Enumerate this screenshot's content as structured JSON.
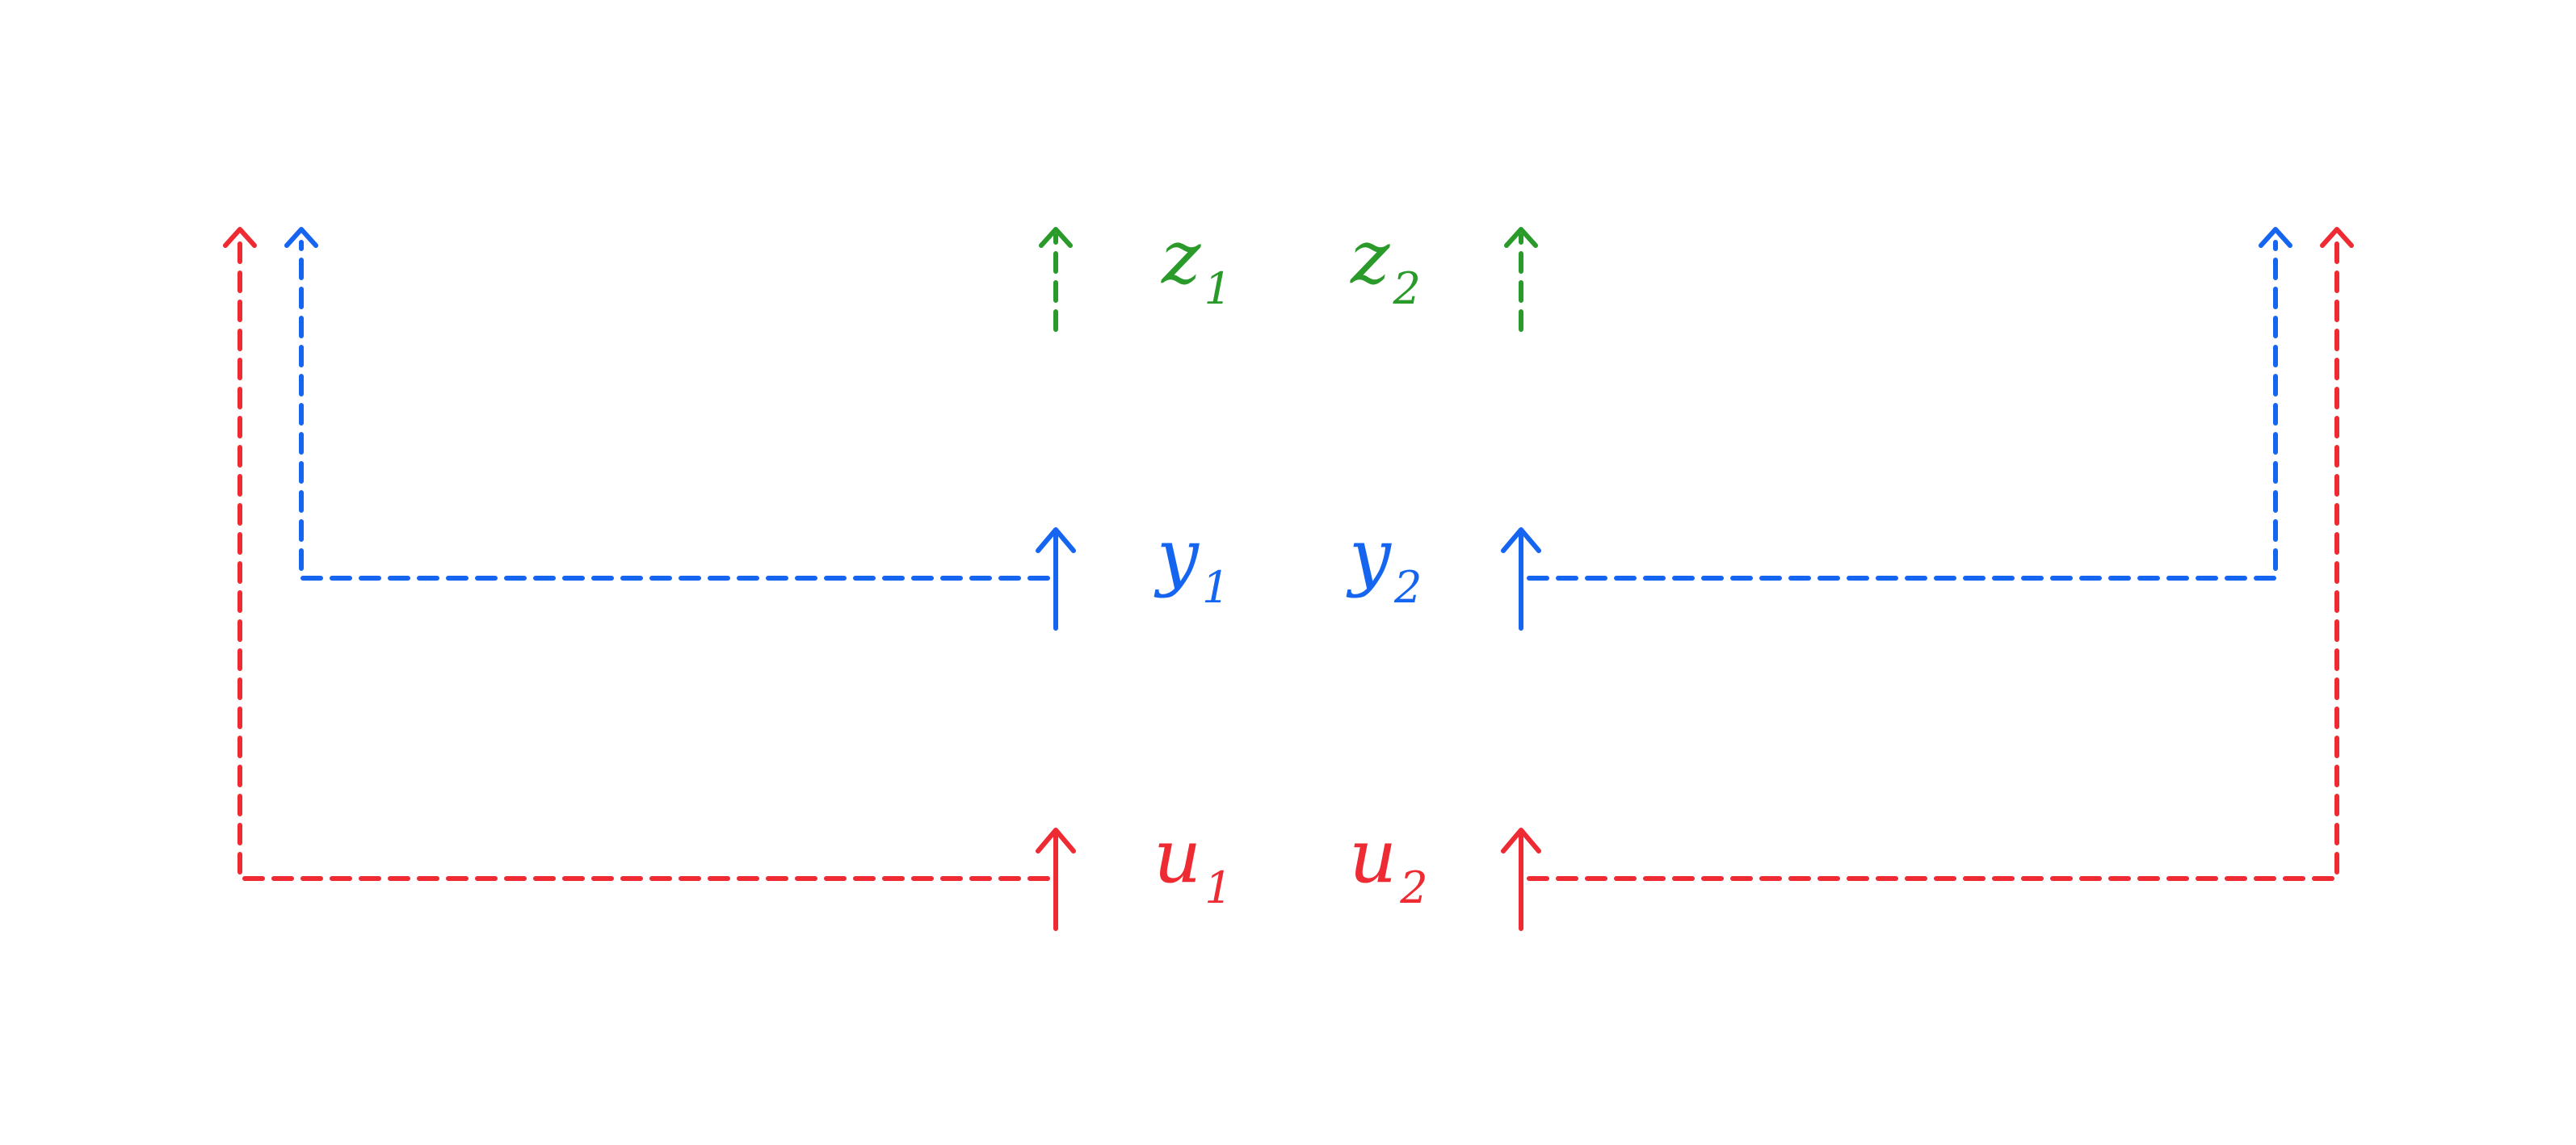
{
  "colors": {
    "z": "#2a9a2a",
    "y": "#1565f0",
    "u": "#ee2a33"
  },
  "labels": {
    "z1": {
      "base": "z",
      "sub": "1"
    },
    "z2": {
      "base": "z",
      "sub": "2"
    },
    "y1": {
      "base": "y",
      "sub": "1"
    },
    "y2": {
      "base": "y",
      "sub": "2"
    },
    "u1": {
      "base": "u",
      "sub": "1"
    },
    "u2": {
      "base": "u",
      "sub": "2"
    }
  }
}
